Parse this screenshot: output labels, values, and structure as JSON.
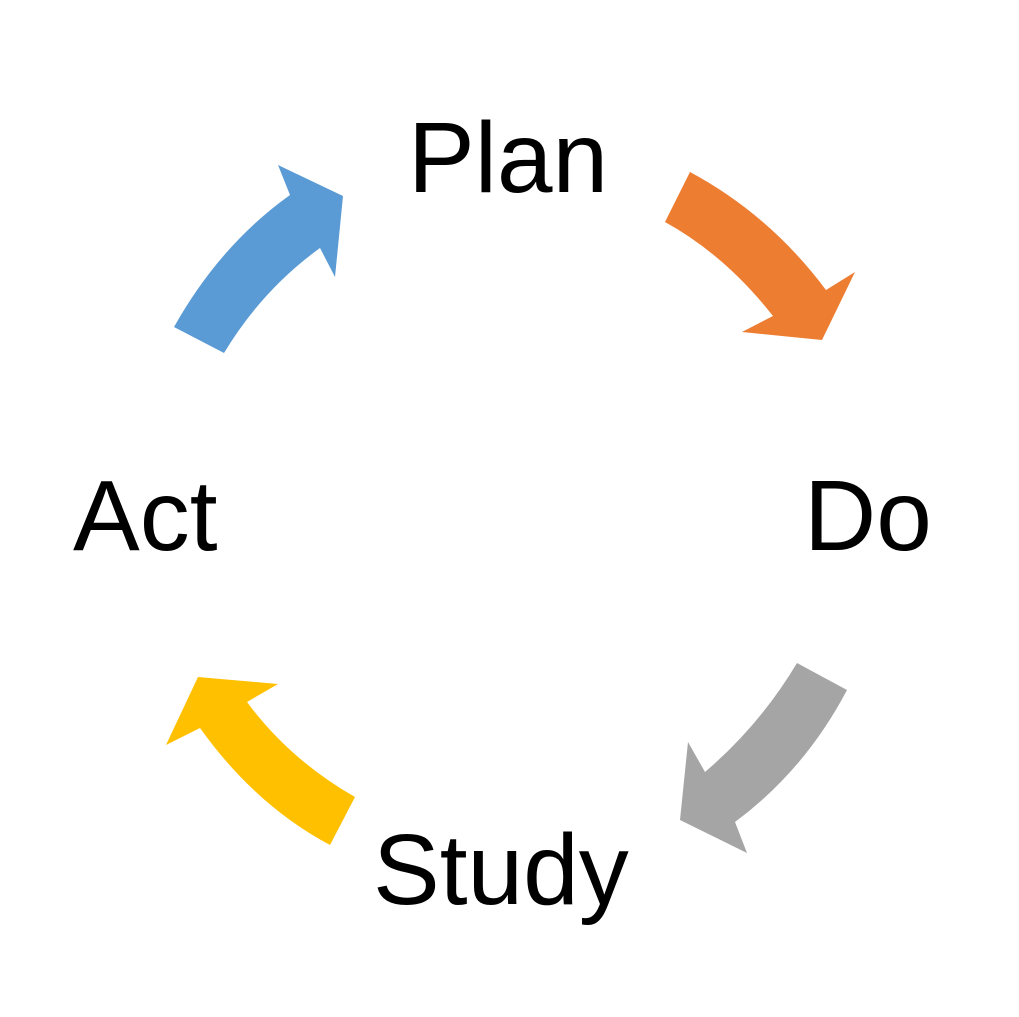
{
  "cycle": {
    "steps": [
      {
        "label": "Plan"
      },
      {
        "label": "Do"
      },
      {
        "label": "Study"
      },
      {
        "label": "Act"
      }
    ],
    "arrows": [
      {
        "from": "Plan",
        "to": "Do",
        "color": "#ED7D31"
      },
      {
        "from": "Do",
        "to": "Study",
        "color": "#A5A5A5"
      },
      {
        "from": "Study",
        "to": "Act",
        "color": "#FFC000"
      },
      {
        "from": "Act",
        "to": "Plan",
        "color": "#5B9BD5"
      }
    ]
  }
}
